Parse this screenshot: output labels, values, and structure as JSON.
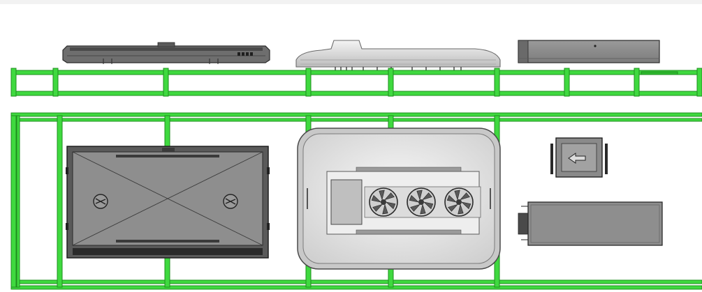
{
  "drawing": {
    "view_top": "side-elevation",
    "view_bottom": "plan-view",
    "components": [
      {
        "id": "flat-unit",
        "view": "side"
      },
      {
        "id": "dome-air-conditioner",
        "view": "side"
      },
      {
        "id": "box-unit",
        "view": "side"
      },
      {
        "id": "rectangular-unit-with-fans",
        "view": "top"
      },
      {
        "id": "rounded-unit-with-three-fans",
        "view": "top"
      },
      {
        "id": "small-box-with-arrow",
        "view": "top"
      },
      {
        "id": "long-box",
        "view": "top"
      }
    ],
    "fan_count": 3
  },
  "colors": {
    "frame_green": "#2ECC2E",
    "frame_dark": "#1E8F1E",
    "unit_gray": "#8A8A8A",
    "unit_dark": "#3A3A3A",
    "unit_light": "#D6D6D6",
    "background": "#FFFFFF"
  }
}
